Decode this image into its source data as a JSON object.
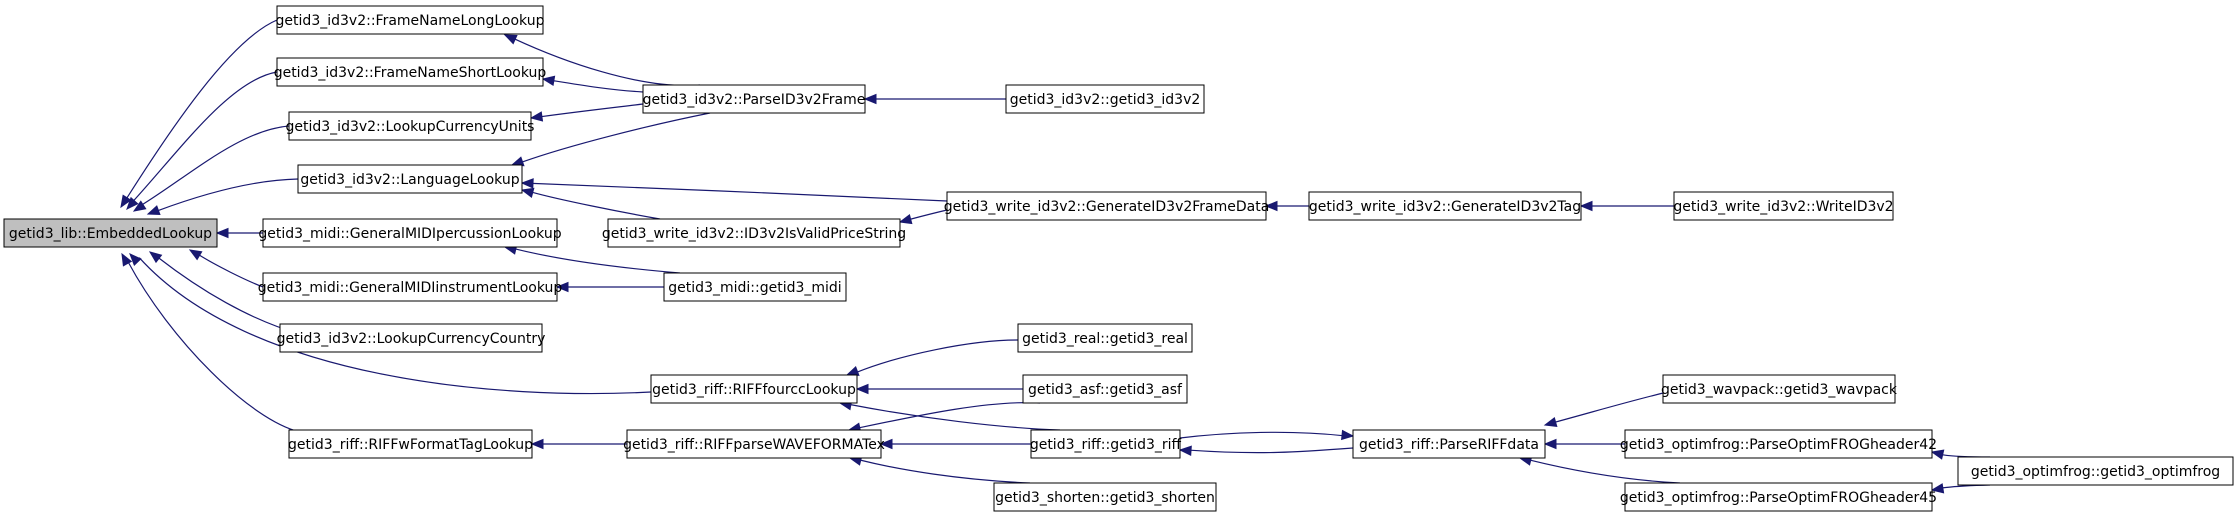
{
  "graph": {
    "edge_color": "#191970",
    "node_fill": "#ffffff",
    "root_fill": "#bfbfbf",
    "nodes": {
      "embedded": "getid3_lib::EmbeddedLookup",
      "fnLong": "getid3_id3v2::FrameNameLongLookup",
      "fnShort": "getid3_id3v2::FrameNameShortLookup",
      "lcUnits": "getid3_id3v2::LookupCurrencyUnits",
      "langLookup": "getid3_id3v2::LanguageLookup",
      "midiPerc": "getid3_midi::GeneralMIDIpercussionLookup",
      "midiInst": "getid3_midi::GeneralMIDIinstrumentLookup",
      "lcCountry": "getid3_id3v2::LookupCurrencyCountry",
      "fourcc": "getid3_riff::RIFFfourccLookup",
      "wFormat": "getid3_riff::RIFFwFormatTagLookup",
      "parseFrame": "getid3_id3v2::ParseID3v2Frame",
      "isValidPrice": "getid3_write_id3v2::ID3v2IsValidPriceString",
      "midiCtor": "getid3_midi::getid3_midi",
      "waveformatex": "getid3_riff::RIFFparseWAVEFORMATex",
      "id3v2Ctor": "getid3_id3v2::getid3_id3v2",
      "genFrameData": "getid3_write_id3v2::GenerateID3v2FrameData",
      "genTag": "getid3_write_id3v2::GenerateID3v2Tag",
      "writeID3v2": "getid3_write_id3v2::WriteID3v2",
      "realCtor": "getid3_real::getid3_real",
      "asfCtor": "getid3_asf::getid3_asf",
      "riffCtor": "getid3_riff::getid3_riff",
      "shortenCtor": "getid3_shorten::getid3_shorten",
      "parseRiff": "getid3_riff::ParseRIFFdata",
      "wavpackCtor": "getid3_wavpack::getid3_wavpack",
      "ofr42": "getid3_optimfrog::ParseOptimFROGheader42",
      "ofr45": "getid3_optimfrog::ParseOptimFROGheader45",
      "ofrCtor": "getid3_optimfrog::getid3_optimfrog"
    },
    "edges": [
      [
        "fnLong",
        "embedded"
      ],
      [
        "fnShort",
        "embedded"
      ],
      [
        "lcUnits",
        "embedded"
      ],
      [
        "langLookup",
        "embedded"
      ],
      [
        "midiPerc",
        "embedded"
      ],
      [
        "midiInst",
        "embedded"
      ],
      [
        "lcCountry",
        "embedded"
      ],
      [
        "fourcc",
        "embedded"
      ],
      [
        "wFormat",
        "embedded"
      ],
      [
        "parseFrame",
        "fnLong"
      ],
      [
        "parseFrame",
        "fnShort"
      ],
      [
        "parseFrame",
        "lcUnits"
      ],
      [
        "parseFrame",
        "langLookup"
      ],
      [
        "isValidPrice",
        "langLookup"
      ],
      [
        "genFrameData",
        "langLookup"
      ],
      [
        "midiCtor",
        "midiPerc"
      ],
      [
        "midiCtor",
        "midiInst"
      ],
      [
        "realCtor",
        "fourcc"
      ],
      [
        "asfCtor",
        "fourcc"
      ],
      [
        "riffCtor",
        "fourcc"
      ],
      [
        "waveformatex",
        "wFormat"
      ],
      [
        "id3v2Ctor",
        "parseFrame"
      ],
      [
        "genFrameData",
        "isValidPrice"
      ],
      [
        "genTag",
        "genFrameData"
      ],
      [
        "writeID3v2",
        "genTag"
      ],
      [
        "asfCtor",
        "waveformatex"
      ],
      [
        "riffCtor",
        "waveformatex"
      ],
      [
        "shortenCtor",
        "waveformatex"
      ],
      [
        "parseRiff",
        "riffCtor"
      ],
      [
        "riffCtor",
        "parseRiff"
      ],
      [
        "wavpackCtor",
        "parseRiff"
      ],
      [
        "ofr42",
        "parseRiff"
      ],
      [
        "ofr45",
        "parseRiff"
      ],
      [
        "ofrCtor",
        "ofr42"
      ],
      [
        "ofrCtor",
        "ofr45"
      ]
    ]
  }
}
